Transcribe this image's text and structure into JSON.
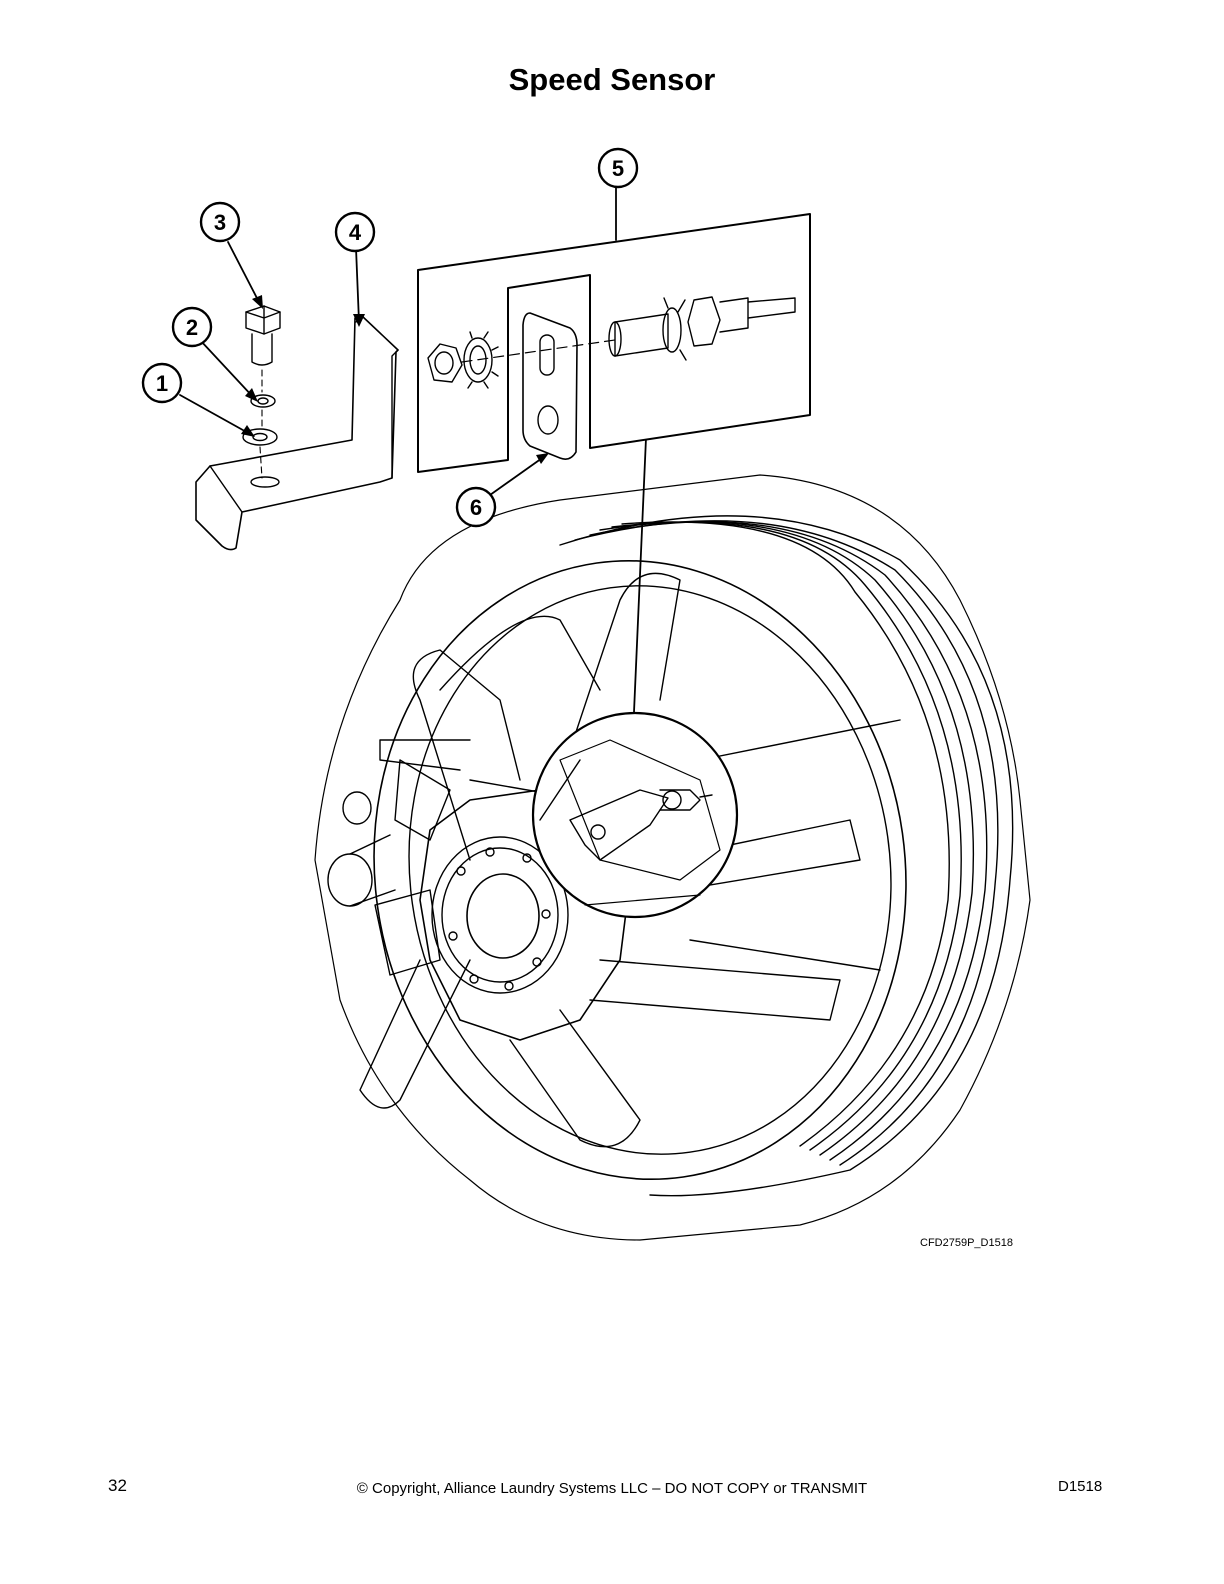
{
  "page": {
    "title": "Speed Sensor",
    "drawing_code": "CFD2759P_D1518",
    "page_number": "32",
    "copyright": "© Copyright, Alliance Laundry Systems LLC – DO NOT COPY or TRANSMIT",
    "doc_code": "D1518"
  },
  "callouts": [
    {
      "id": "callout-1",
      "label": "1"
    },
    {
      "id": "callout-2",
      "label": "2"
    },
    {
      "id": "callout-3",
      "label": "3"
    },
    {
      "id": "callout-4",
      "label": "4"
    },
    {
      "id": "callout-5",
      "label": "5"
    },
    {
      "id": "callout-6",
      "label": "6"
    }
  ]
}
